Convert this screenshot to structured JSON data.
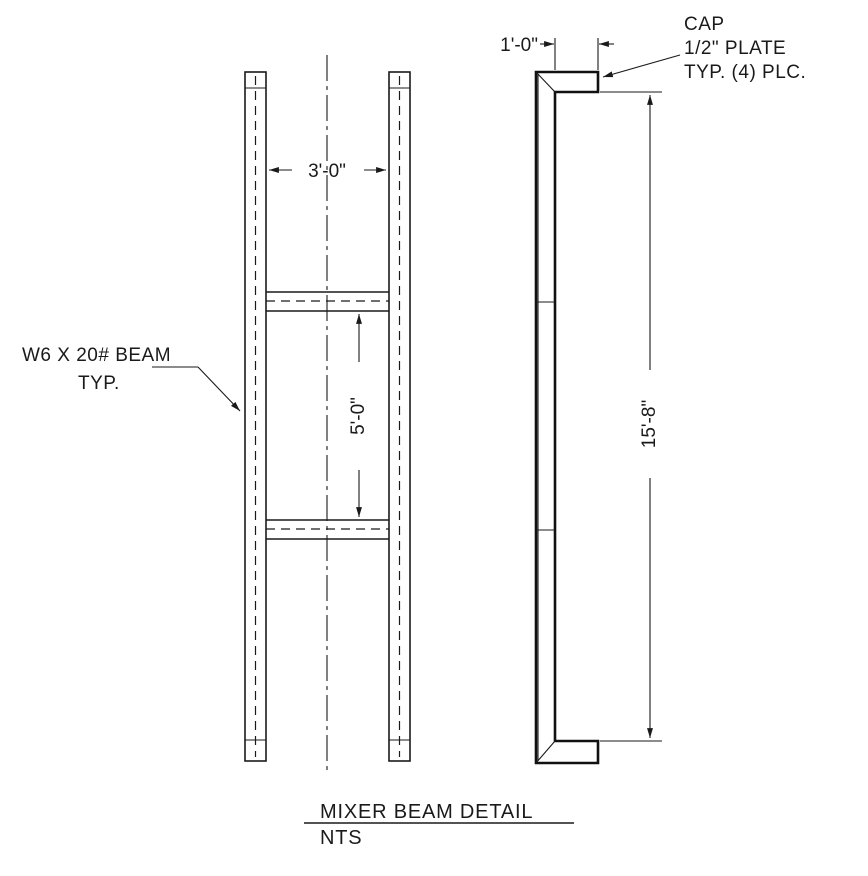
{
  "dimensions": {
    "inner_width": "3'-0\"",
    "brace_spacing": "5'-0\"",
    "cap_width": "1'-0\"",
    "overall_height": "15'-8\""
  },
  "callouts": {
    "beam_line1": "W6 X 20# BEAM",
    "beam_line2": "TYP.",
    "cap_line1": "CAP",
    "cap_line2": "1/2\" PLATE",
    "cap_line3": "TYP. (4) PLC."
  },
  "title_block": {
    "title": "MIXER BEAM DETAIL",
    "scale": "NTS"
  }
}
